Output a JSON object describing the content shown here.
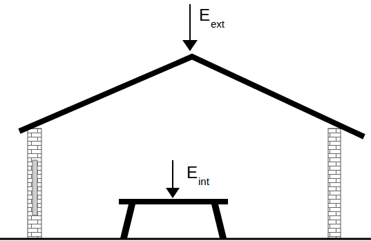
{
  "diagram": {
    "labels": [
      "E",
      "ext",
      "E",
      "int"
    ]
  }
}
